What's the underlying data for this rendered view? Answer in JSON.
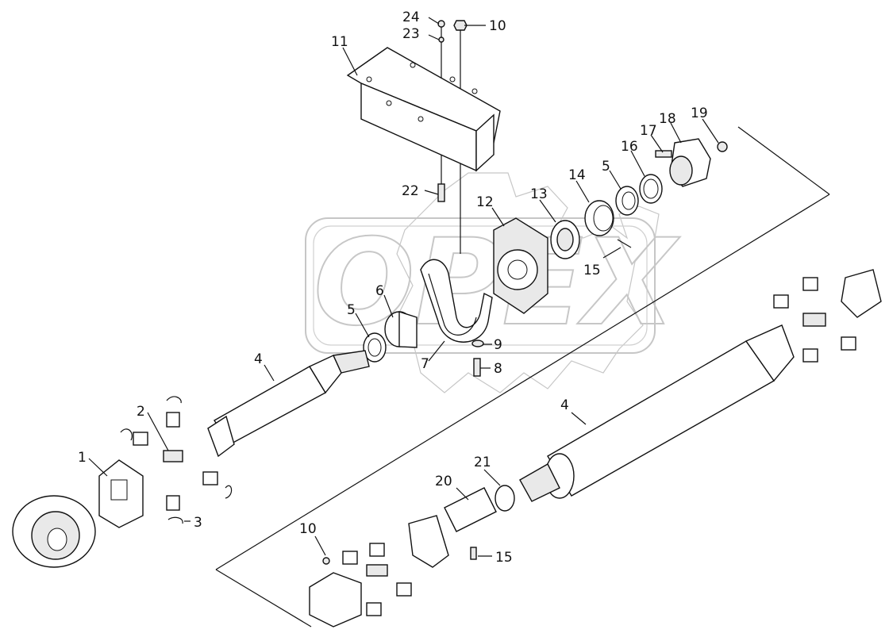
{
  "watermark": {
    "logo_text": "OPEX"
  },
  "callouts": {
    "c1": "1",
    "c2": "2",
    "c3": "3",
    "c4a": "4",
    "c4b": "4",
    "c5a": "5",
    "c5b": "5",
    "c6": "6",
    "c7": "7",
    "c8": "8",
    "c9": "9",
    "c10a": "10",
    "c10b": "10",
    "c11": "11",
    "c12": "12",
    "c13": "13",
    "c14": "14",
    "c15a": "15",
    "c15b": "15",
    "c16": "16",
    "c17": "17",
    "c18": "18",
    "c19": "19",
    "c20": "20",
    "c21": "21",
    "c22": "22",
    "c23": "23",
    "c24": "24"
  }
}
